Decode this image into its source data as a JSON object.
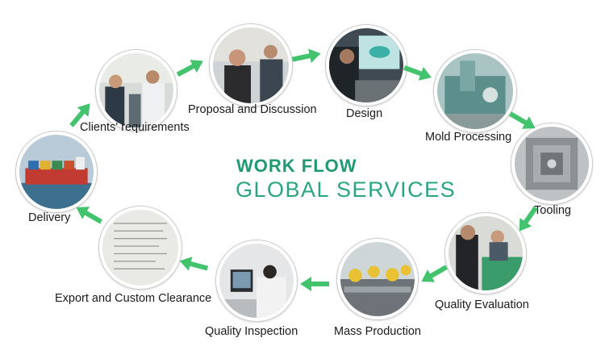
{
  "header": {
    "title": "WORK FLOW",
    "subtitle": "GLOBAL SERVICES"
  },
  "colors": {
    "accent": "#2aa582",
    "arrow": "#43c36e"
  },
  "steps": [
    {
      "label": "Clients' requirements"
    },
    {
      "label": "Proposal and Discussion"
    },
    {
      "label": "Design"
    },
    {
      "label": "Mold Processing"
    },
    {
      "label": "Tooling"
    },
    {
      "label": "Quality Evaluation"
    },
    {
      "label": "Mass Production"
    },
    {
      "label": "Quality Inspection"
    },
    {
      "label": "Export and Custom Clearance"
    },
    {
      "label": "Delivery"
    }
  ]
}
